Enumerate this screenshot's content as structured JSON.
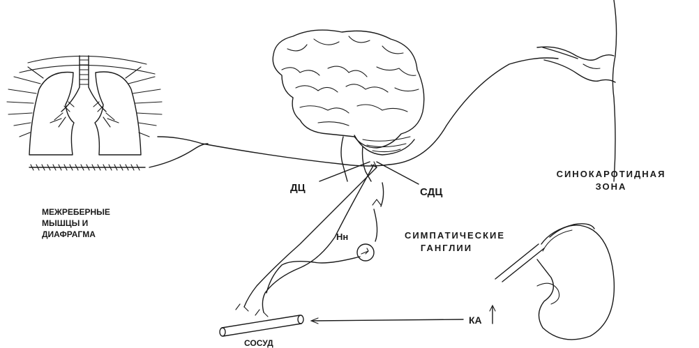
{
  "labels": {
    "muscles": [
      "МЕЖРЕБЕРНЫЕ",
      "МЫШЦЫ И",
      "ДИАФРАГМА"
    ],
    "dc": "ДЦ",
    "sdc": "СДЦ",
    "sinus": [
      "СИНОКАРОТИДНАЯ",
      "ЗОНА"
    ],
    "ganglia": [
      "СИМПАТИЧЕСКИЕ",
      "ГАНГЛИИ"
    ],
    "nn": "Нн",
    "ka": "КА",
    "vessel": "СОСУД"
  }
}
